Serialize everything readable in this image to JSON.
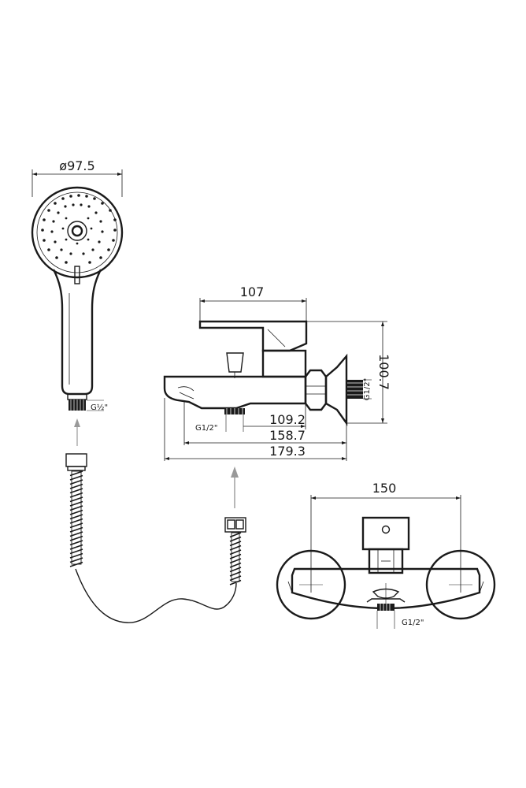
{
  "hand_shower": {
    "diameter_label": "ø97.5",
    "thread_label": "G½\""
  },
  "mixer_side": {
    "width_label": "107",
    "height_label": "100.7",
    "thread_spout_label": "G1/2\"",
    "thread_wall_label": "G1/2\"",
    "dim_1_label": "109.2",
    "dim_2_label": "158.7",
    "dim_3_label": "179.3"
  },
  "mixer_front": {
    "width_label": "150",
    "thread_label": "G1/2\""
  }
}
